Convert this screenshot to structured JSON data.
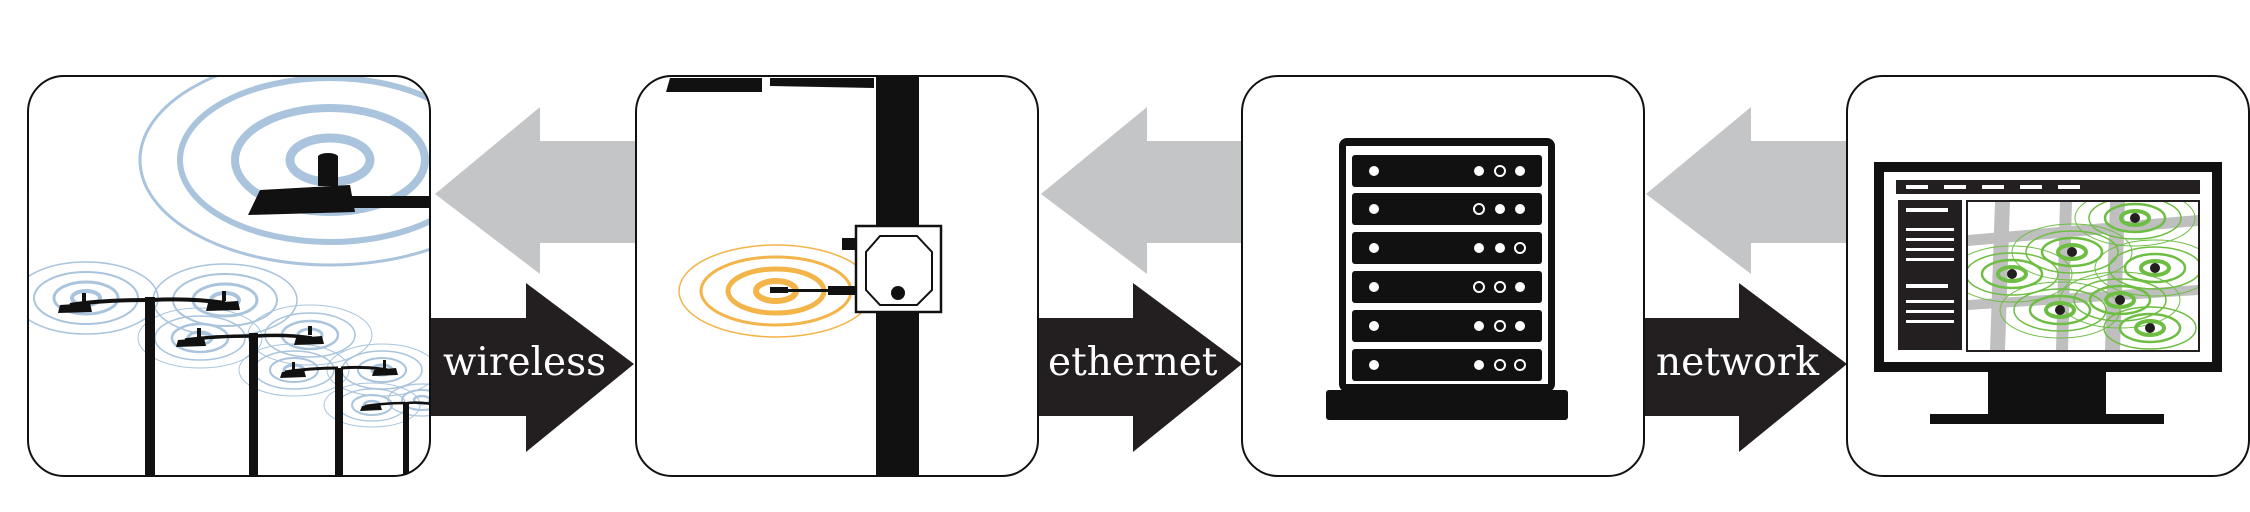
{
  "labels": {
    "wireless": "wireless",
    "ethernet": "ethernet",
    "network": "network"
  },
  "colors": {
    "panel_border": "#111111",
    "arrow_light": "#c4c5c7",
    "arrow_dark": "#231f20",
    "wireless_rings": "#a9c4dc",
    "gateway_rings": "#f3b44a",
    "map_rings": "#6fbe44"
  },
  "panels": [
    {
      "name": "streetlight-nodes",
      "icon": "streetlight-icon"
    },
    {
      "name": "gateway",
      "icon": "gateway-box-icon"
    },
    {
      "name": "server-rack",
      "icon": "server-rack-icon"
    },
    {
      "name": "monitor-dashboard",
      "icon": "monitor-map-icon"
    }
  ]
}
